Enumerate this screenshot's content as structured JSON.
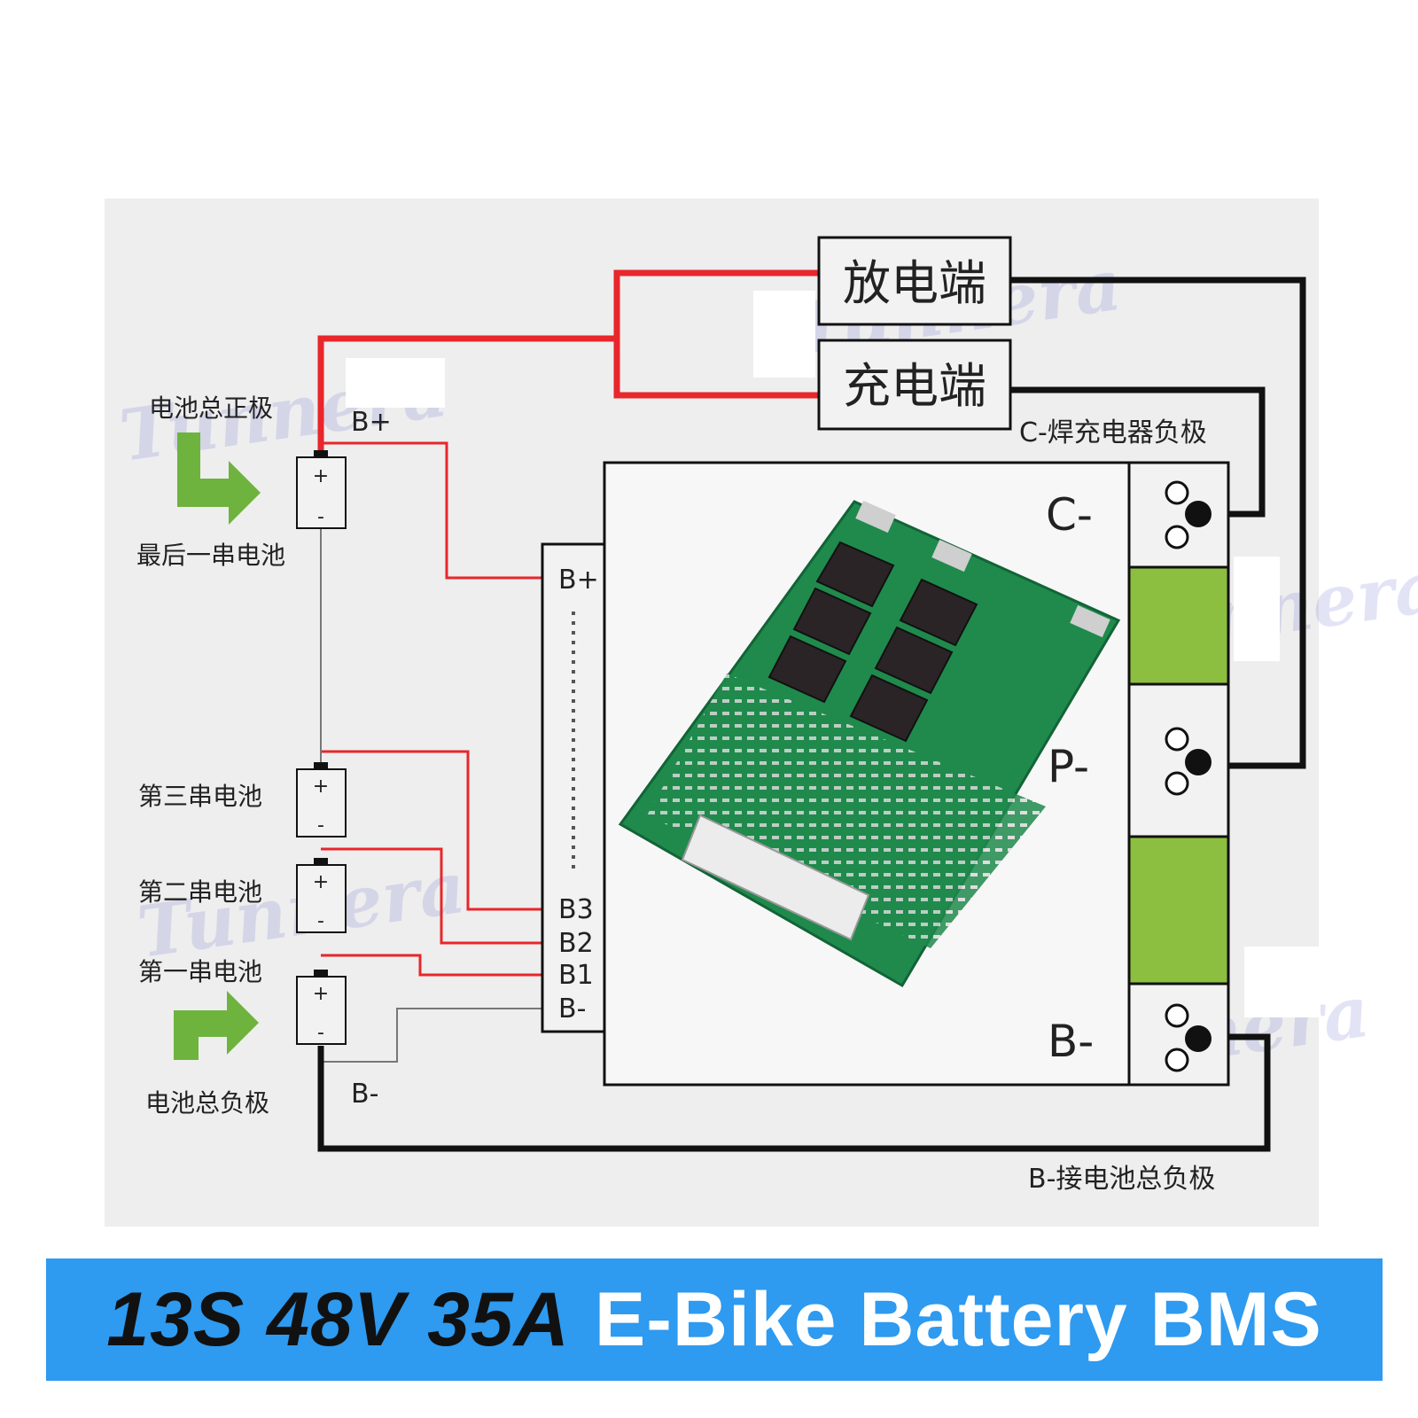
{
  "labels": {
    "discharge_port": "放电端",
    "charge_port": "充电端",
    "charger_negative_note": "C-焊充电器负极",
    "battery_total_negative_note": "B-接电池总负极",
    "pack_total_positive": "电池总正极",
    "last_series_cell": "最后一串电池",
    "third_series_cell": "第三串电池",
    "second_series_cell": "第二串电池",
    "first_series_cell": "第一串电池",
    "pack_total_negative": "电池总负极",
    "wire_b_plus": "B+",
    "wire_b_minus": "B-",
    "connector_b_plus": "B+",
    "connector_b3": "B3",
    "connector_b2": "B2",
    "connector_b1": "B1",
    "connector_b_minus": "B-",
    "terminal_c_minus": "C-",
    "terminal_p_minus": "P-",
    "terminal_b_minus": "B-",
    "cell_plus": "+",
    "cell_minus": "-",
    "watermark": "Tunnera"
  },
  "banner": {
    "spec": "13S 48V 35A",
    "product": "E-Bike Battery BMS"
  },
  "colors": {
    "positive_wire": "#e8262b",
    "negative_wire": "#111111",
    "pcb": "#1f8a4c",
    "terminal_green": "#8cbf3f",
    "banner": "#2e9af0"
  }
}
